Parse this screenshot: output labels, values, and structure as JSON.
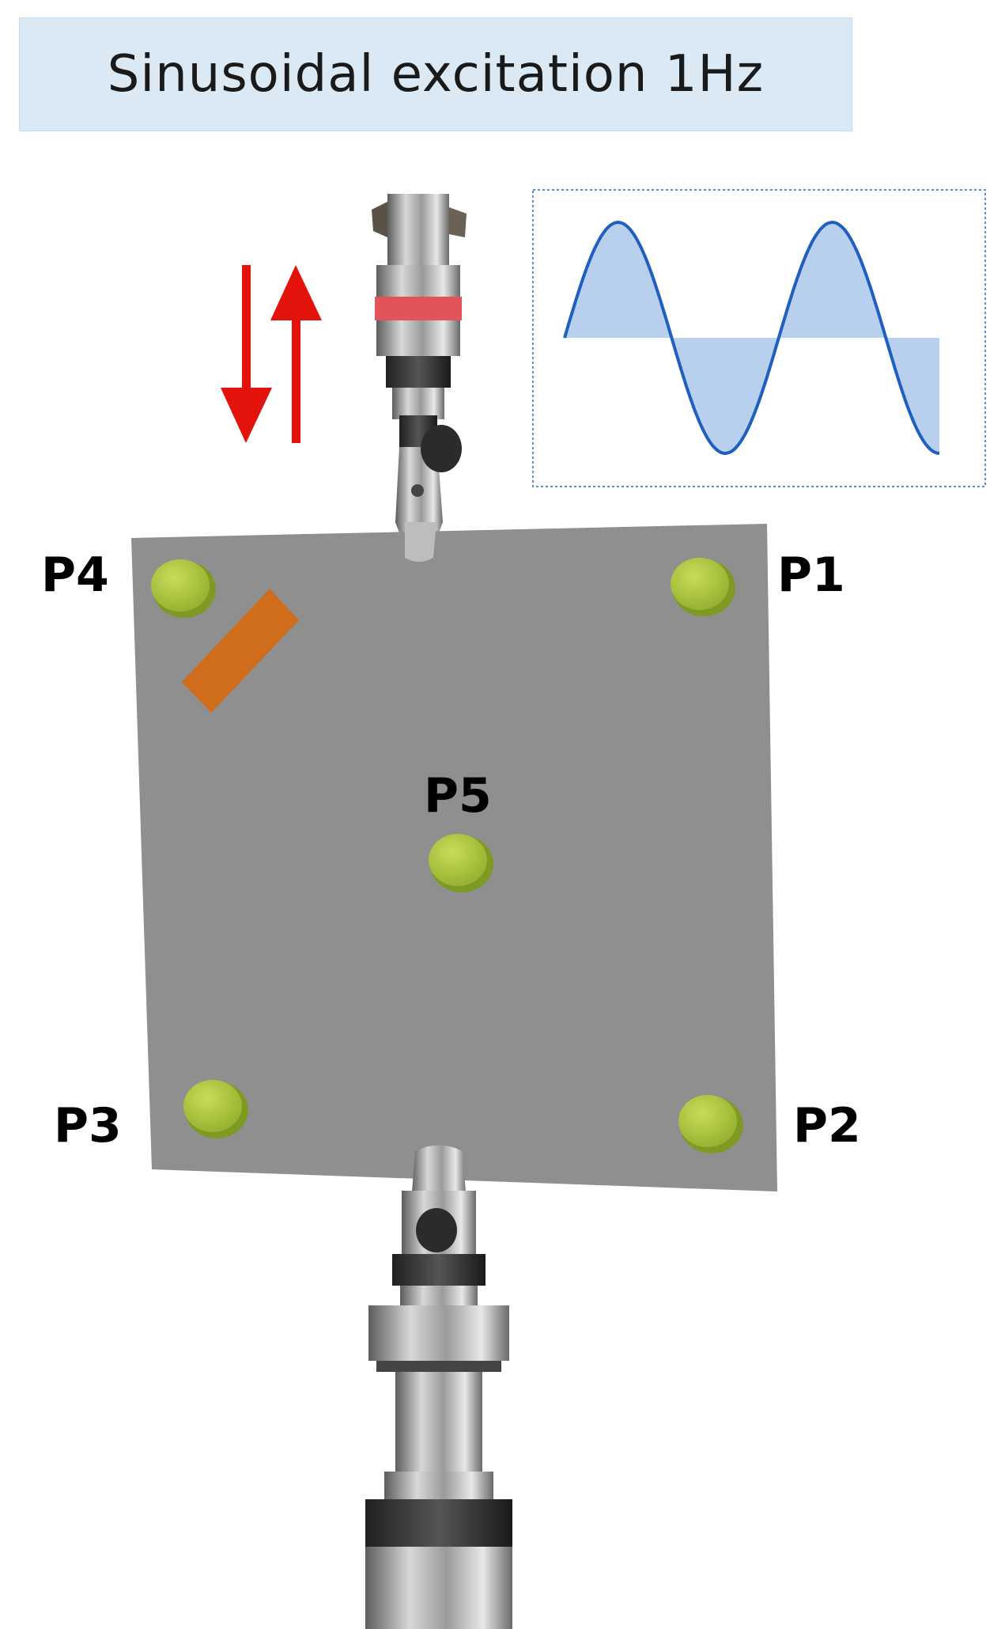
{
  "title": "Sinusoidal excitation 1Hz",
  "points": [
    {
      "id": "p1",
      "label": "P1"
    },
    {
      "id": "p2",
      "label": "P2"
    },
    {
      "id": "p3",
      "label": "P3"
    },
    {
      "id": "p4",
      "label": "P4"
    },
    {
      "id": "p5",
      "label": "P5"
    }
  ],
  "colors": {
    "plate": "#8f8f8f",
    "marker": "#a6c23c",
    "sensor": "#cf6d1c",
    "arrow": "#e3120b",
    "wave_line": "#1f5fbf",
    "wave_fill": "#b9cfee",
    "title_background": "#dbe9f5"
  },
  "icons": [
    "double-arrow-up-down-icon",
    "sine-wave-icon"
  ]
}
